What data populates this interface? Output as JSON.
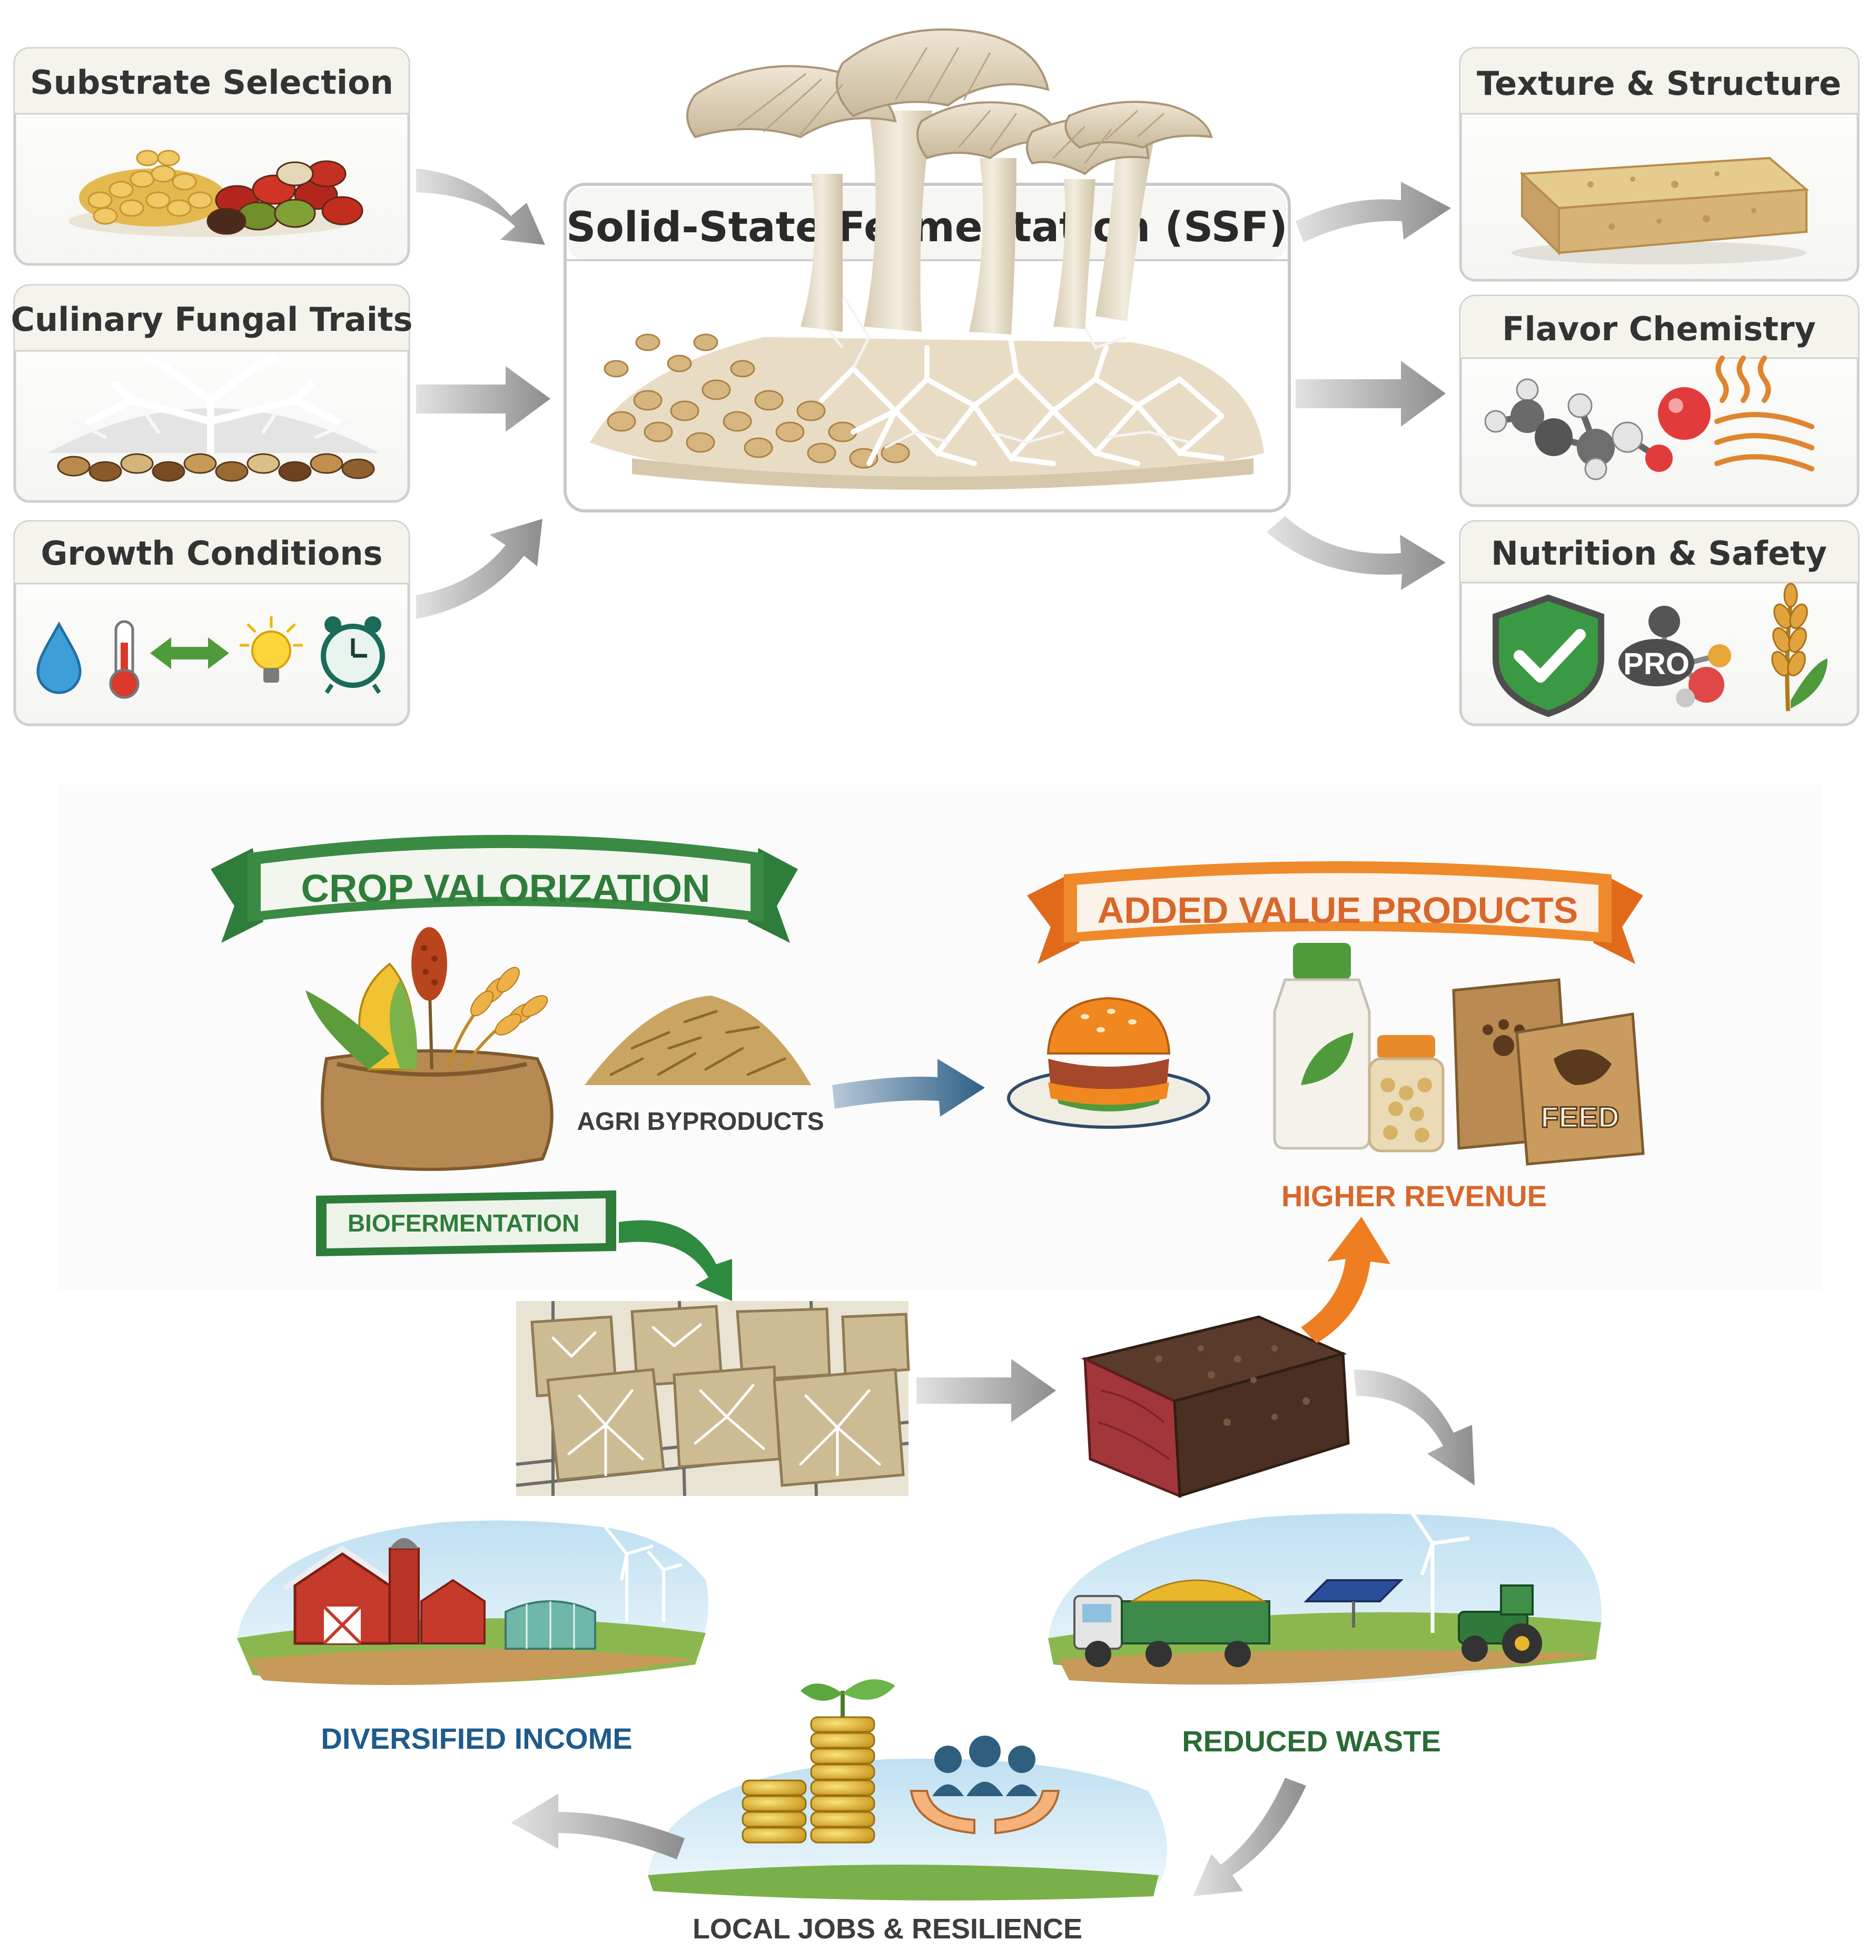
{
  "top": {
    "inputs": [
      {
        "title": "Substrate Selection",
        "icon": "beans-and-seeds-icon"
      },
      {
        "title": "Culinary Fungal Traits",
        "icon": "mycelium-network-icon"
      },
      {
        "title": "Growth Conditions",
        "icon": "growth-conditions-icons",
        "icons": [
          "water-drop-icon",
          "thermometer-icon",
          "double-arrow-icon",
          "light-bulb-icon",
          "alarm-clock-icon"
        ]
      }
    ],
    "center_title": "Solid-State Fermentation (SSF)",
    "center_icon": "mushrooms-on-substrate-icon",
    "outputs": [
      {
        "title": "Texture & Structure",
        "icon": "textured-block-icon"
      },
      {
        "title": "Flavor Chemistry",
        "icon": "molecule-and-aroma-icon"
      },
      {
        "title": "Nutrition & Safety",
        "icon": "shield-protein-wheat-icon",
        "protein_badge": "PRO"
      }
    ]
  },
  "bottom": {
    "banner_left": "CROP VALORIZATION",
    "banner_right": "ADDED VALUE PRODUCTS",
    "banner_small": "BIOFERMENTATION",
    "agri_byproducts": "AGRI BYPRODUCTS",
    "higher_revenue": "HIGHER REVENUE",
    "feed_label": "FEED",
    "diversified_income": "DIVERSIFIED INCOME",
    "reduced_waste": "REDUCED WASTE",
    "local_jobs": "LOCAL JOBS & RESILIENCE"
  },
  "colors": {
    "green_banner": "#2e7d3a",
    "orange_banner": "#e8731e",
    "blue_text": "#1f5a8c",
    "green_text": "#2a6b35",
    "orange_text": "#d9662a",
    "arrow_grey": "#a8a8a8",
    "box_border": "#d0d0d0",
    "box_header_bg": "#f4f3ec"
  }
}
